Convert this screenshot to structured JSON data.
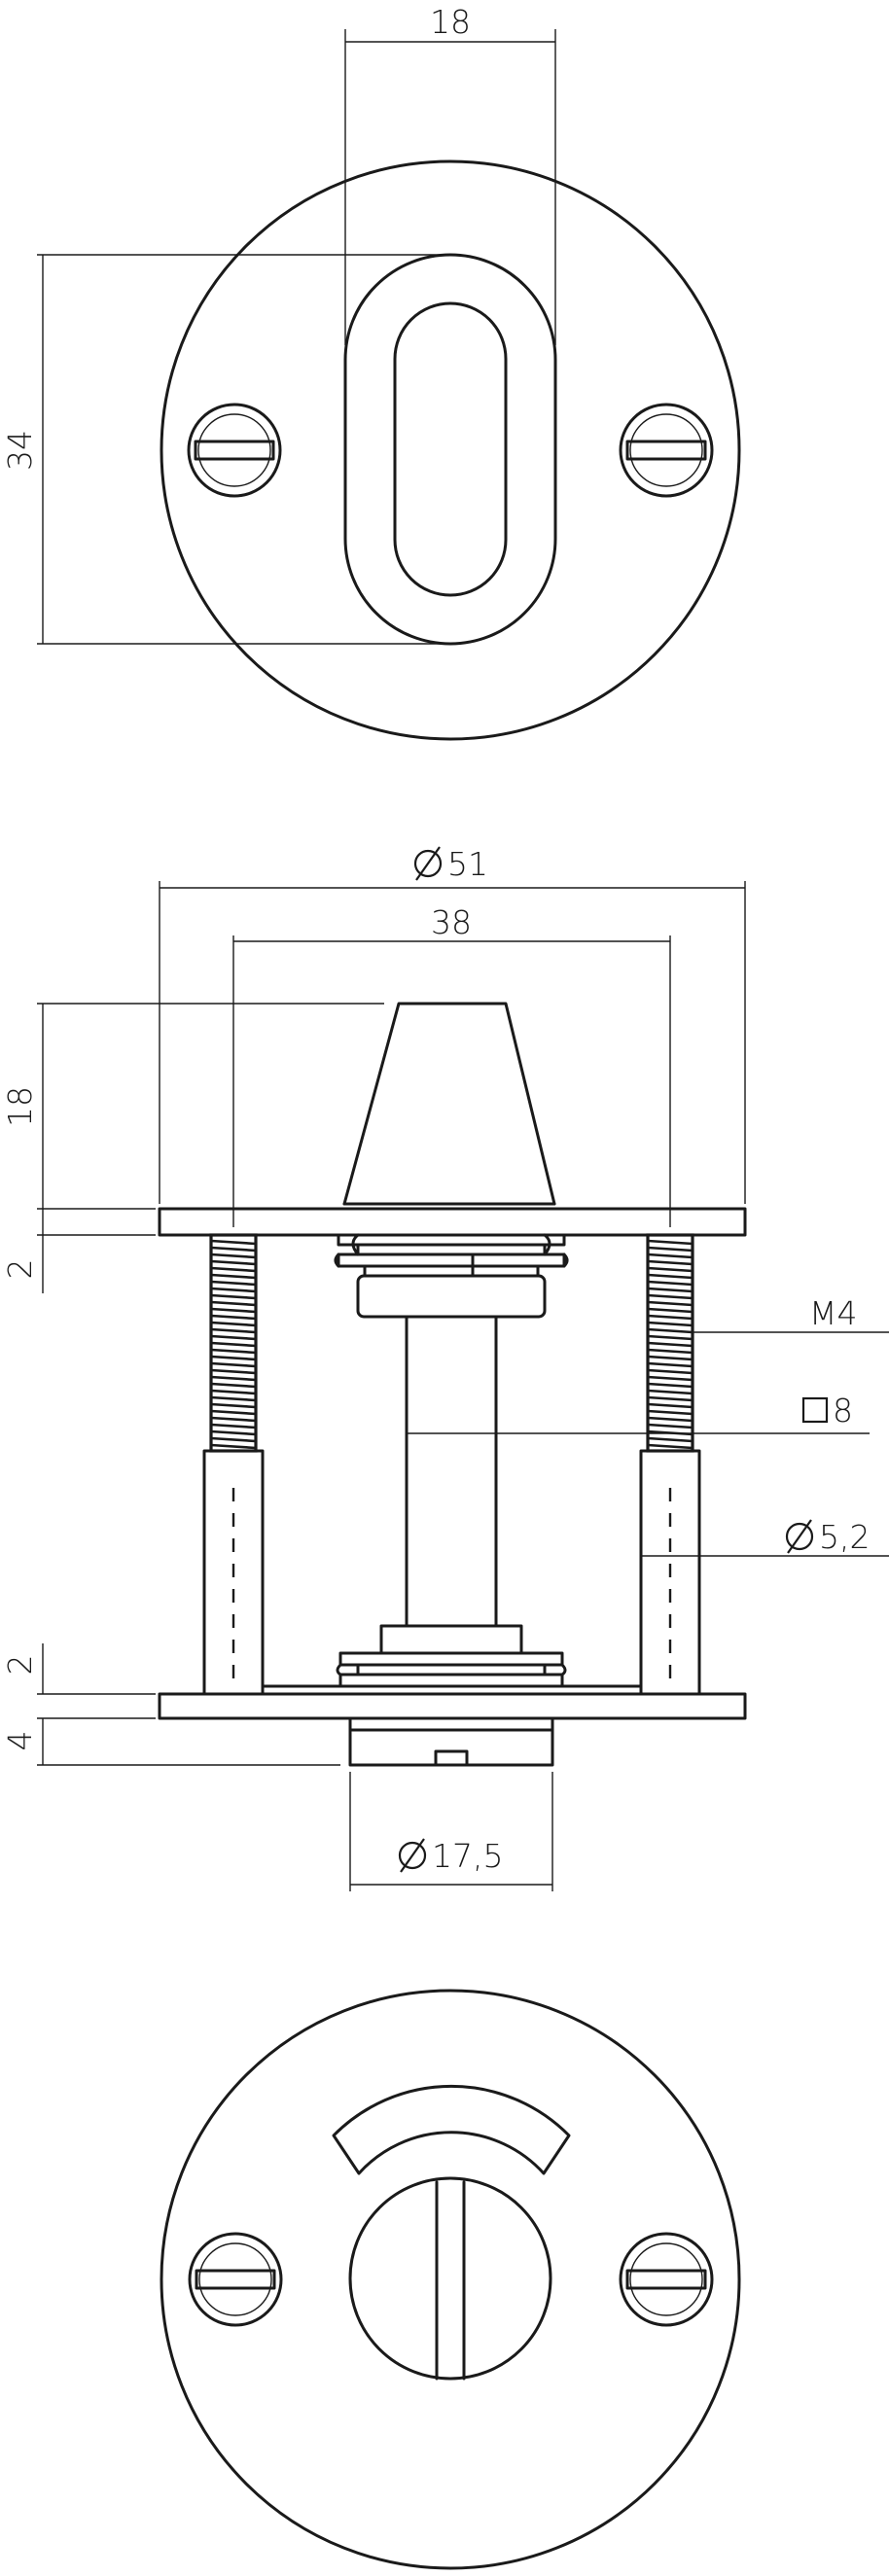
{
  "drawing": {
    "top_view": {
      "dimensions": {
        "slot_width": "18",
        "slot_height": "34"
      }
    },
    "side_view": {
      "dimensions": {
        "rose_diameter": "51",
        "screw_spacing": "38",
        "spindle_height": "18",
        "rose_thickness_top": "2",
        "rose_thickness_bottom": "2",
        "knob_height": "4",
        "knob_diameter": "17,5"
      },
      "callouts": {
        "thread": "M4",
        "spindle_square": "8",
        "sleeve_diameter": "5,2"
      }
    }
  }
}
